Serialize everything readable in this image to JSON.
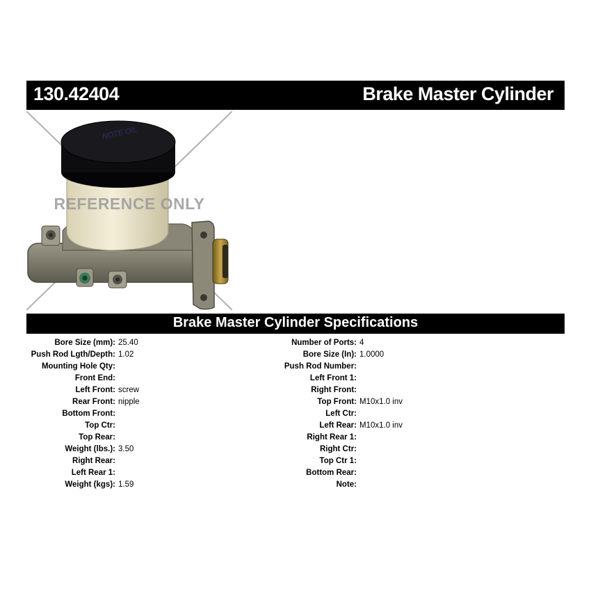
{
  "header": {
    "part_number": "130.42404",
    "part_name": "Brake Master Cylinder"
  },
  "image": {
    "watermark": "REFERENCE ONLY",
    "cap_marking": "NOTE OIL",
    "colors": {
      "cap": "#0d0d0f",
      "reservoir": "#ece6cc",
      "body": "#7d7a6c",
      "watermark": "#9a9a9a"
    }
  },
  "specs": {
    "title": "Brake Master Cylinder Specifications",
    "left": [
      {
        "label": "Bore Size (mm):",
        "value": "25.40"
      },
      {
        "label": "Push Rod Lgth/Depth:",
        "value": "1.02"
      },
      {
        "label": "Mounting Hole Qty:",
        "value": ""
      },
      {
        "label": "Front End:",
        "value": ""
      },
      {
        "label": "Left Front:",
        "value": "screw"
      },
      {
        "label": "Rear Front:",
        "value": "nipple"
      },
      {
        "label": "Bottom Front:",
        "value": ""
      },
      {
        "label": "Top Ctr:",
        "value": ""
      },
      {
        "label": "Top Rear:",
        "value": ""
      },
      {
        "label": "Weight (lbs.):",
        "value": "3.50"
      },
      {
        "label": "Right Rear:",
        "value": ""
      },
      {
        "label": "Left Rear 1:",
        "value": ""
      },
      {
        "label": "Weight (kgs):",
        "value": "1.59"
      }
    ],
    "right": [
      {
        "label": "Number of Ports:",
        "value": "4"
      },
      {
        "label": "Bore Size (In):",
        "value": "1.0000"
      },
      {
        "label": "Push Rod Number:",
        "value": ""
      },
      {
        "label": "Left Front 1:",
        "value": ""
      },
      {
        "label": "Right Front:",
        "value": ""
      },
      {
        "label": "Top Front:",
        "value": "M10x1.0 inv"
      },
      {
        "label": "Left Ctr:",
        "value": ""
      },
      {
        "label": "Left Rear:",
        "value": "M10x1.0 inv"
      },
      {
        "label": "Right Rear 1:",
        "value": ""
      },
      {
        "label": "Right Ctr:",
        "value": ""
      },
      {
        "label": "Top Ctr 1:",
        "value": ""
      },
      {
        "label": "Bottom Rear:",
        "value": ""
      },
      {
        "label": "Note:",
        "value": ""
      }
    ]
  }
}
